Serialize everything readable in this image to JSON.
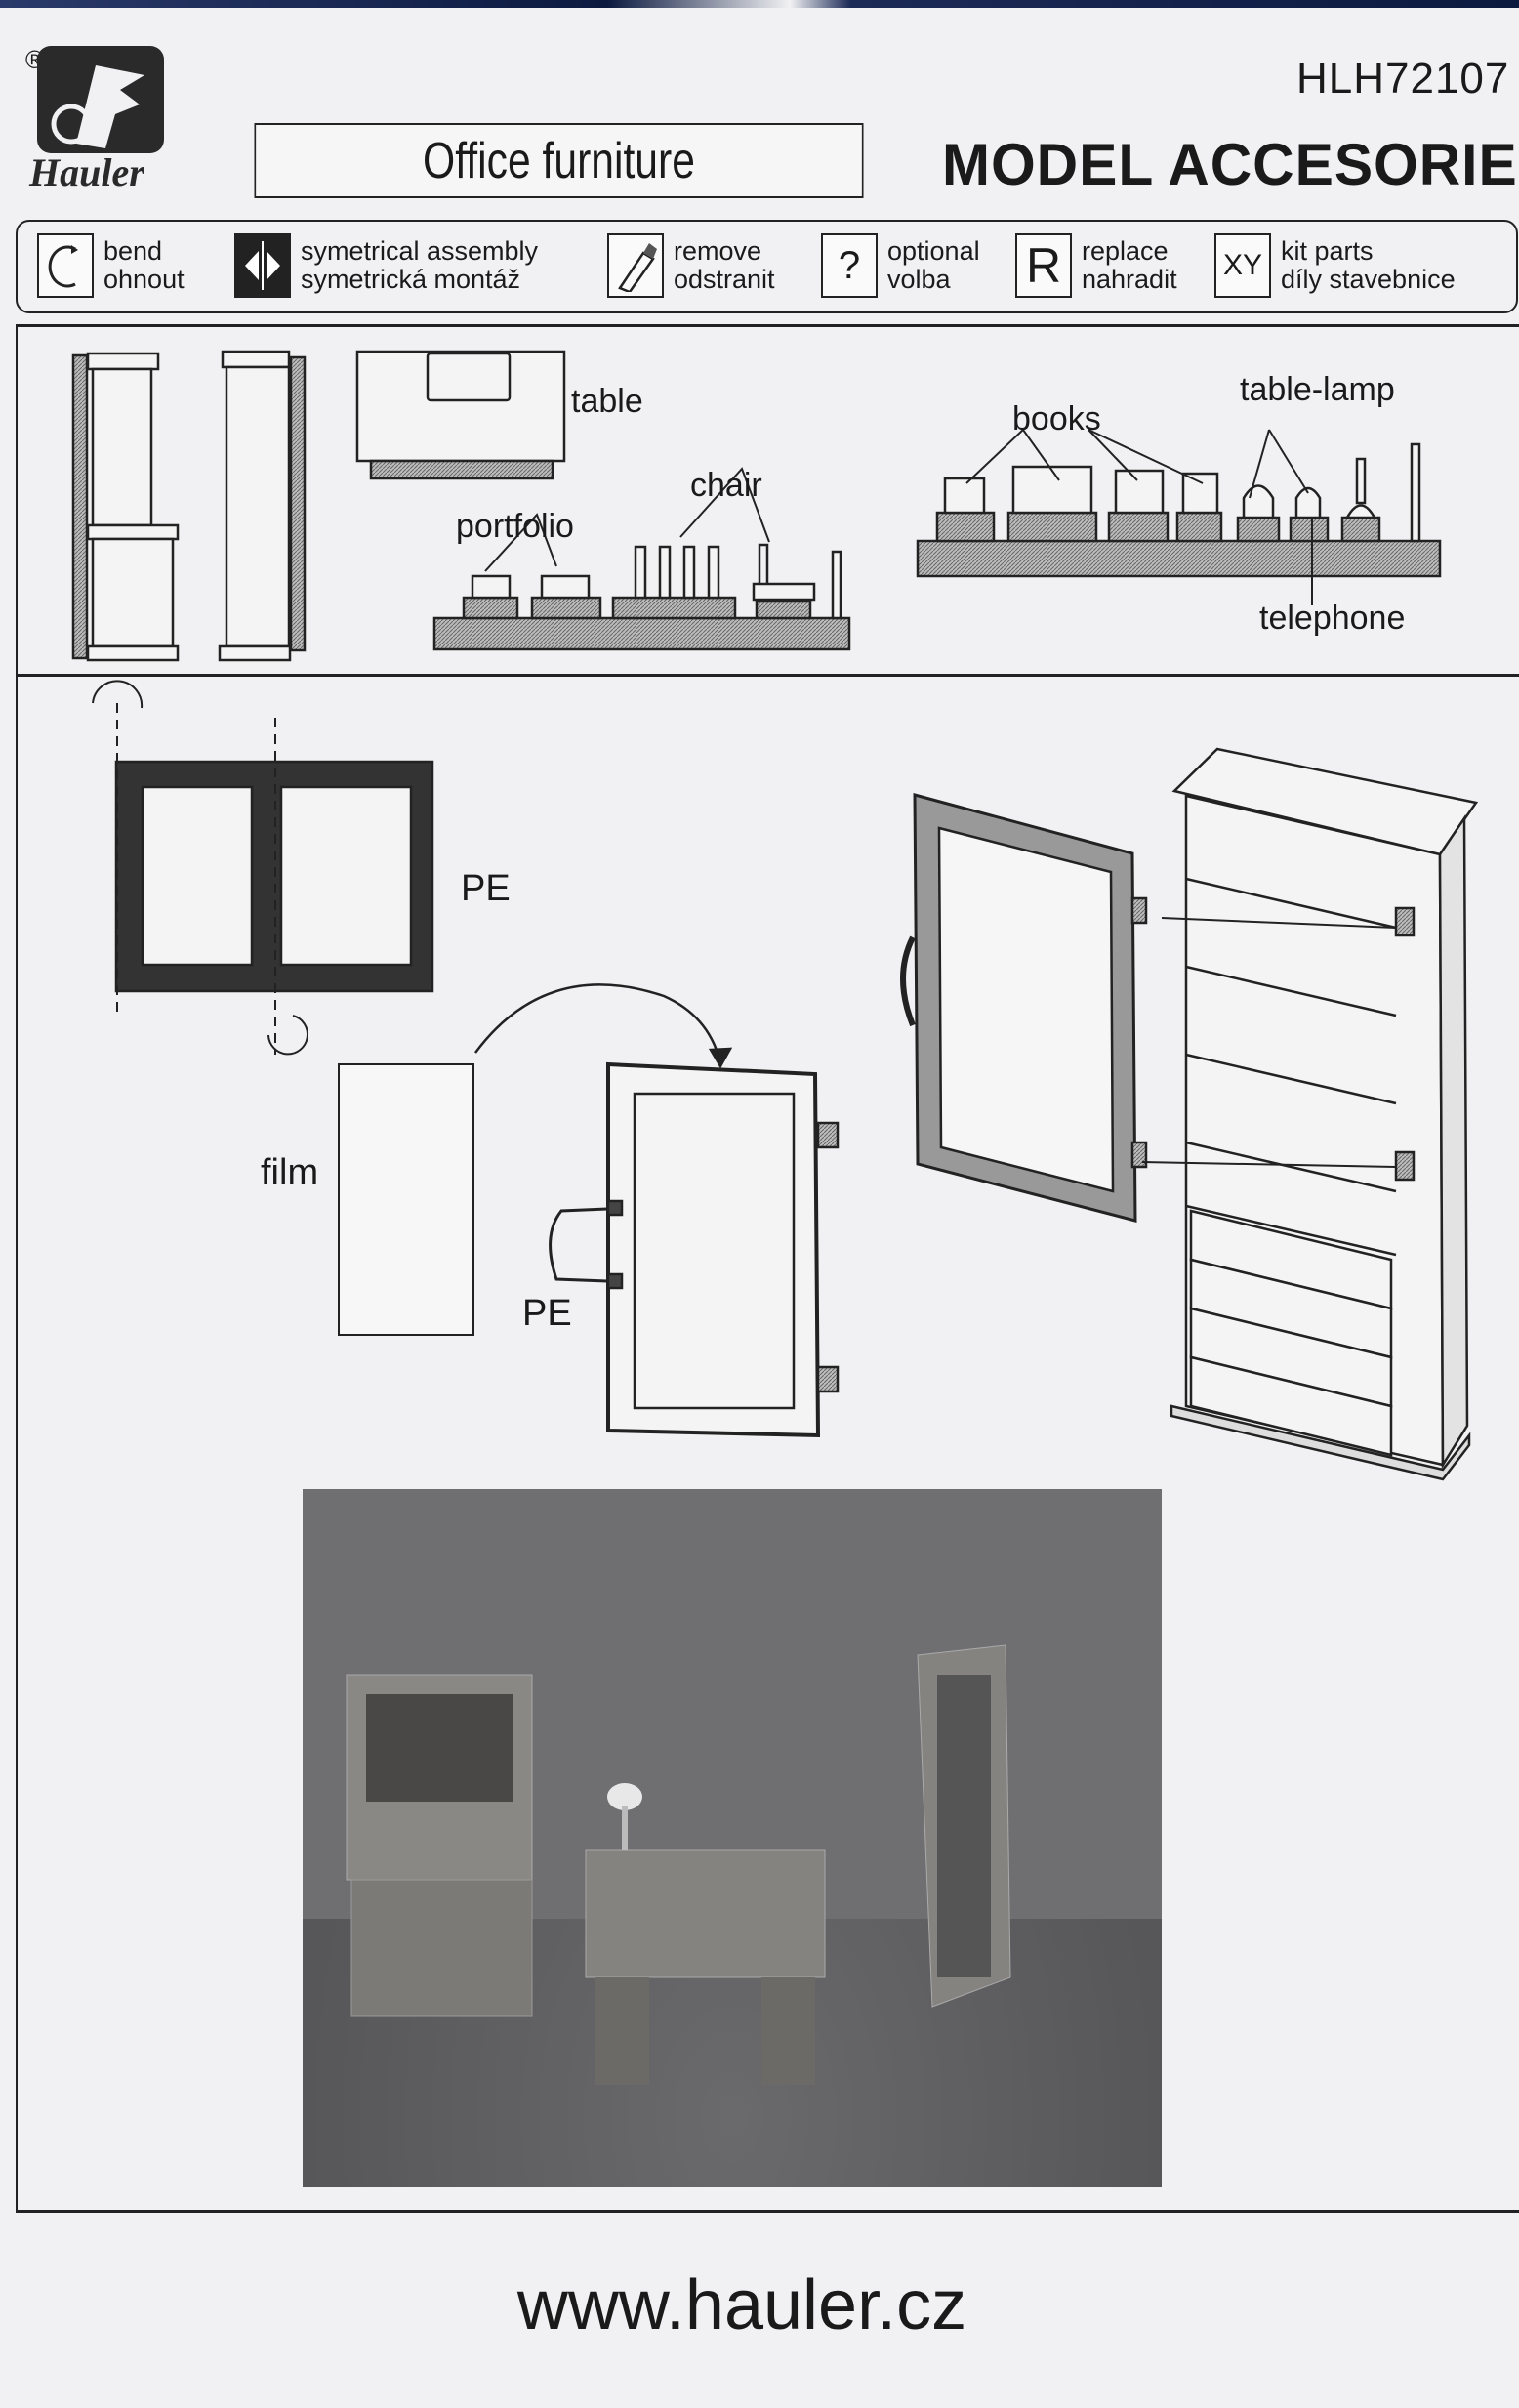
{
  "header": {
    "brand_logo_text": "Hauler",
    "registered_mark": "®",
    "product_code": "HLH72107",
    "title": "Office furniture",
    "category": "MODEL ACCESORIES"
  },
  "legend": [
    {
      "icon": "bend-icon",
      "glyph": "",
      "en": "bend",
      "cz": "ohnout"
    },
    {
      "icon": "symmetrical-assembly-icon",
      "glyph": "",
      "en": "symetrical assembly",
      "cz": "symetrická montáž"
    },
    {
      "icon": "remove-knife-icon",
      "glyph": "",
      "en": "remove",
      "cz": "odstranit"
    },
    {
      "icon": "optional-icon",
      "glyph": "?",
      "en": "optional",
      "cz": "volba"
    },
    {
      "icon": "replace-icon",
      "glyph": "R",
      "en": "replace",
      "cz": "nahradit"
    },
    {
      "icon": "kit-parts-icon",
      "glyph": "XY",
      "en": "kit parts",
      "cz": "díly stavebnice"
    }
  ],
  "section1": {
    "table": "table",
    "portfolio": "portfolio",
    "chair": "chair",
    "books": "books",
    "table_lamp": "table-lamp",
    "telephone": "telephone"
  },
  "section2": {
    "pe_frame": "PE",
    "film": "film",
    "pe_handle": "PE"
  },
  "footer": {
    "url": "www.hauler.cz"
  }
}
